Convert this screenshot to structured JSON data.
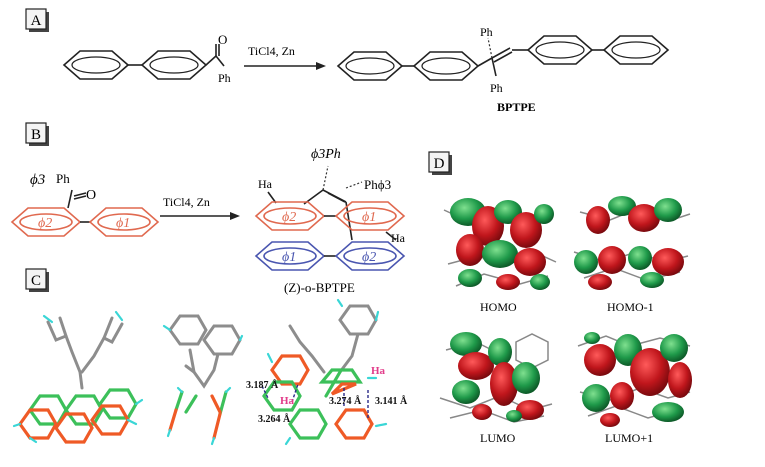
{
  "panels": {
    "a": {
      "label": "A"
    },
    "b": {
      "label": "B"
    },
    "c": {
      "label": "C"
    },
    "d": {
      "label": "D"
    }
  },
  "scheme_a": {
    "carbonyl_o": "O",
    "substituent_ph": "Ph",
    "reagents": "TiCl4, Zn",
    "product_ph_top": "Ph",
    "product_ph_bottom": "Ph",
    "product_name": "BPTPE"
  },
  "scheme_b": {
    "phi3_label": "ϕ3",
    "ph_label": "Ph",
    "o_label": "O",
    "ring_phi2": "ϕ2",
    "ring_phi1": "ϕ1",
    "reagents": "TiCl4, Zn",
    "top_sub": "ϕ3Ph",
    "right_sub": "Phϕ3",
    "ha_left": "Ha",
    "ha_right": "Ha",
    "prod_ring_phi2_top": "ϕ2",
    "prod_ring_phi1_top": "ϕ1",
    "prod_ring_phi1_bottom": "ϕ1",
    "prod_ring_phi2_bottom": "ϕ2",
    "product_name": "(Z)-o-BPTPE"
  },
  "panel_c": {
    "dist_1": "3.187 Å",
    "dist_2": "3.264 Å",
    "dist_3": "3.274 Å",
    "dist_4": "3.141 Å",
    "ha_1": "Ha",
    "ha_2": "Ha"
  },
  "panel_d": {
    "orbitals": [
      "HOMO",
      "HOMO-1",
      "LUMO",
      "LUMO+1"
    ]
  },
  "colors": {
    "ring_red": "#e0694f",
    "ring_blue": "#4a56b0",
    "lobe_red": "#c0161c",
    "lobe_green": "#1f9a4a",
    "hlabel_pink": "#e23c8a"
  }
}
